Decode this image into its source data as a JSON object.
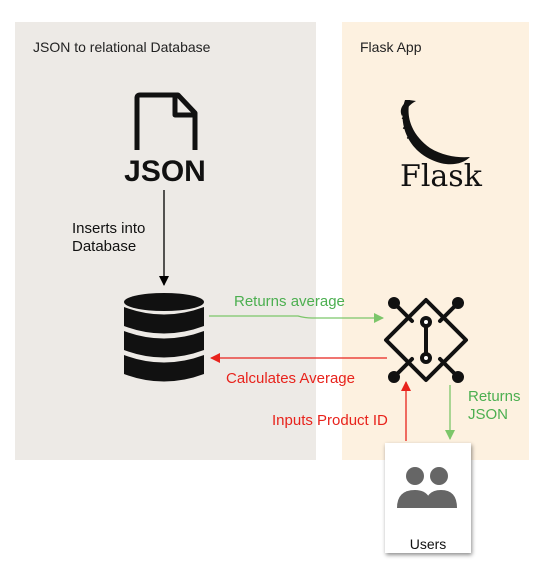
{
  "left_panel": {
    "title": "JSON to relational Database",
    "color": "#edeae6"
  },
  "right_panel": {
    "title": "Flask App",
    "color": "#fdf1e0"
  },
  "json_icon": {
    "text": "JSON"
  },
  "flask_logo": {
    "text": "Flask"
  },
  "arrows": {
    "inserts": {
      "label": "Inserts into\nDatabase",
      "color": "#000000"
    },
    "returns_average": {
      "label": "Returns average",
      "color": "#4caf50"
    },
    "calculates_average": {
      "label": "Calculates Average",
      "color": "#e8231c"
    },
    "returns_json": {
      "label": "Returns\nJSON",
      "color": "#4caf50"
    },
    "inputs_product_id": {
      "label": "Inputs Product ID",
      "color": "#e8231c"
    }
  },
  "users": {
    "label": "Users"
  },
  "icons": [
    "json-file-icon",
    "database-icon",
    "flask-logo-icon",
    "api-node-icon",
    "users-icon"
  ]
}
